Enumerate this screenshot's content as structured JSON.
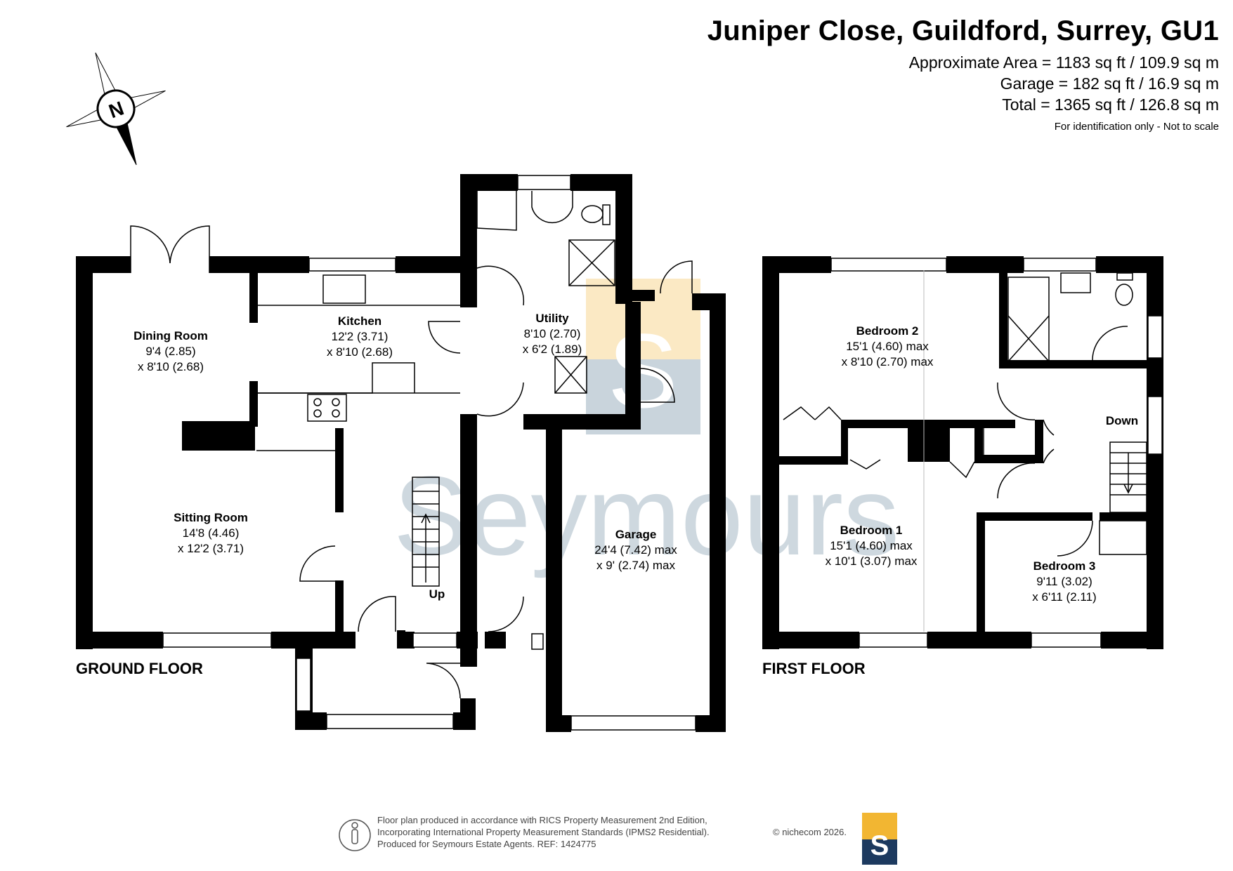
{
  "header": {
    "title": "Juniper Close, Guildford, Surrey, GU1",
    "approx_area": "Approximate Area = 1183 sq ft / 109.9 sq m",
    "garage_area": "Garage = 182 sq ft / 16.9 sq m",
    "total_area": "Total = 1365 sq ft / 126.8 sq m",
    "disclaimer": "For identification only - Not to scale"
  },
  "compass": {
    "letter": "N"
  },
  "floors": {
    "ground": "GROUND FLOOR",
    "first": "FIRST FLOOR"
  },
  "rooms": {
    "dining": {
      "name": "Dining Room",
      "dim1": "9'4 (2.85)",
      "dim2": "x 8'10 (2.68)"
    },
    "kitchen": {
      "name": "Kitchen",
      "dim1": "12'2 (3.71)",
      "dim2": "x 8'10 (2.68)"
    },
    "utility": {
      "name": "Utility",
      "dim1": "8'10 (2.70)",
      "dim2": "x 6'2 (1.89)"
    },
    "sitting": {
      "name": "Sitting Room",
      "dim1": "14'8 (4.46)",
      "dim2": "x 12'2 (3.71)"
    },
    "garage": {
      "name": "Garage",
      "dim1": "24'4 (7.42) max",
      "dim2": "x 9' (2.74) max"
    },
    "bed2": {
      "name": "Bedroom 2",
      "dim1": "15'1 (4.60) max",
      "dim2": "x 8'10 (2.70) max"
    },
    "bed1": {
      "name": "Bedroom 1",
      "dim1": "15'1 (4.60) max",
      "dim2": "x 10'1 (3.07) max"
    },
    "bed3": {
      "name": "Bedroom 3",
      "dim1": "9'11 (3.02)",
      "dim2": "x 6'11 (2.11)"
    }
  },
  "stairs": {
    "up": "Up",
    "down": "Down"
  },
  "watermark": {
    "text": "Seymours",
    "letter": "S"
  },
  "footer": {
    "line1": "Floor plan produced in accordance with RICS Property Measurement 2nd Edition,",
    "line2": "Incorporating International Property Measurement Standards (IPMS2 Residential).",
    "line3": "Produced for Seymours Estate Agents.    REF: 1424775",
    "copyright": "© nichecom 2026.",
    "logo_letter": "S"
  },
  "colors": {
    "wall": "#000000",
    "watermark_blue": "#c9d4dc",
    "watermark_yellow": "#fbe9c4",
    "logo_navy": "#1d3a5f",
    "logo_gold": "#f2b632"
  }
}
